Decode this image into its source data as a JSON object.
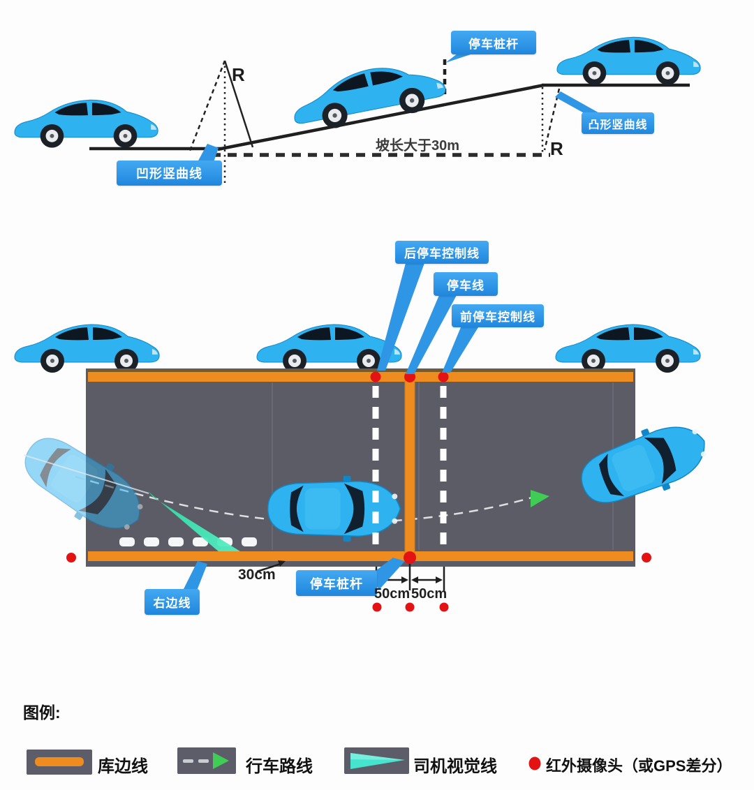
{
  "slope": {
    "pole_label": "停车桩杆",
    "convex_label": "凸形竖曲线",
    "concave_label": "凹形竖曲线",
    "length_label": "坡长大于30m",
    "r_left": "R",
    "r_right": "R"
  },
  "lot": {
    "rear_line": "后停车控制线",
    "stop_line": "停车线",
    "front_line": "前停车控制线",
    "right_edge": "右边线",
    "pole_label": "停车桩杆",
    "d30": "30cm",
    "d50a": "50cm",
    "d50b": "50cm"
  },
  "legend": {
    "title": "图例:",
    "items": [
      {
        "name": "edge-line",
        "label": "库边线"
      },
      {
        "name": "driving-route",
        "label": "行车路线"
      },
      {
        "name": "driver-sight-line",
        "label": "司机视觉线"
      },
      {
        "name": "infrared-camera",
        "label": "红外摄像头（或GPS差分）"
      }
    ]
  },
  "colors": {
    "car_blue": "#2eb2f0",
    "road_gray": "#5b5c66",
    "edge_orange": "#ef8c1f",
    "callout_blue": "#2f96e6",
    "sight_teal": "#3fe3ae",
    "route_green": "#3fcd55",
    "camera_red": "#e31313"
  }
}
